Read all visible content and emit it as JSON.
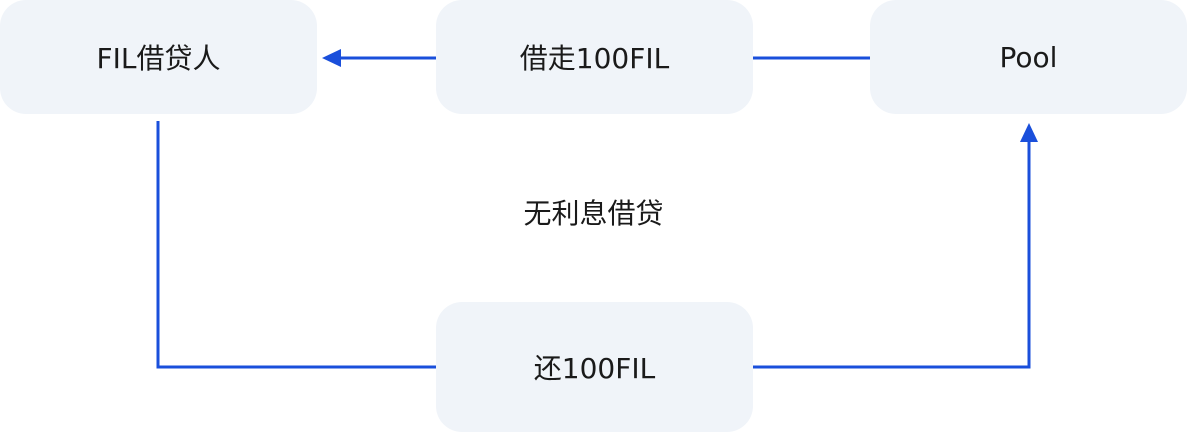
{
  "nodes": {
    "borrower": "FIL借贷人",
    "borrow": "借走100FIL",
    "pool": "Pool",
    "repay": "还100FIL"
  },
  "center_label": "无利息借贷",
  "colors": {
    "line": "#1a4fdb",
    "box": "#f0f4f9"
  }
}
